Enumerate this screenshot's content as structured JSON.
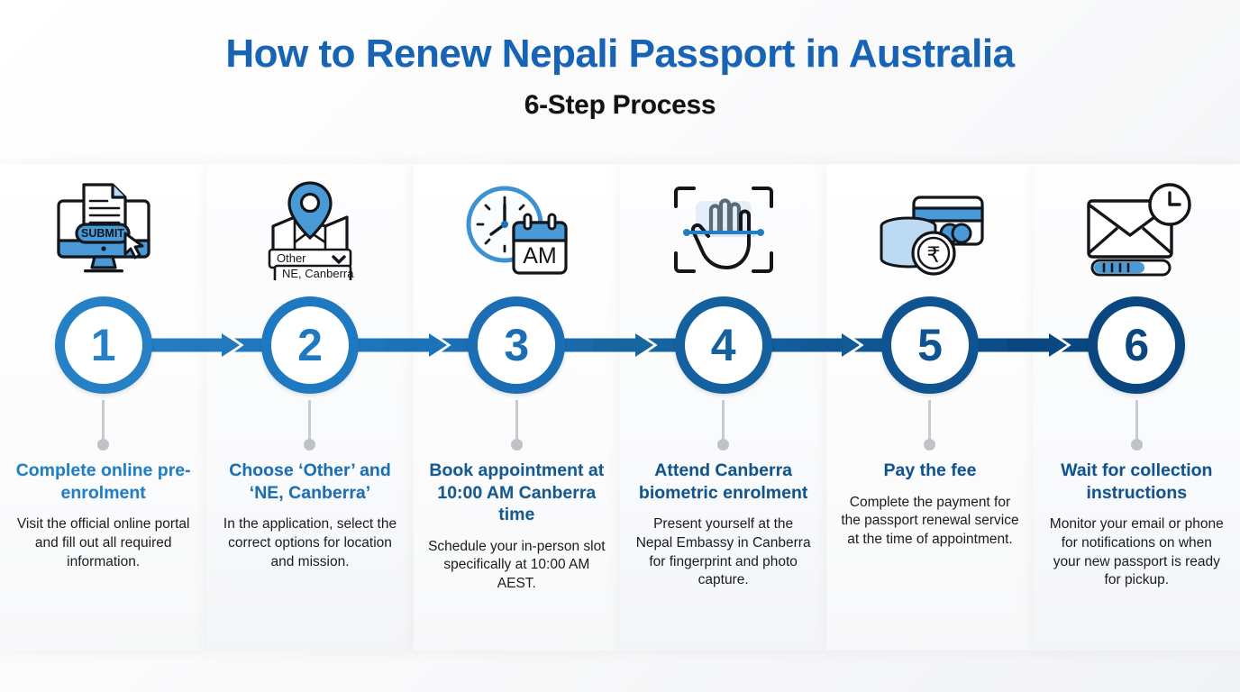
{
  "header": {
    "title": "How to Renew Nepali Passport in Australia",
    "subtitle": "6-Step Process",
    "title_color": "#1763b5"
  },
  "steps": [
    {
      "number": "1",
      "title": "Complete online pre-enrolment",
      "desc": "Visit the official online portal and fill out all required information.",
      "icon": "monitor-submit-icon",
      "color": "#2580c6",
      "icon_labels": {
        "button": "SUBMIT"
      }
    },
    {
      "number": "2",
      "title": "Choose ‘Other’ and ‘NE, Canberra’",
      "desc": "In the application, select the correct options for location and mission.",
      "icon": "map-pin-dropdown-icon",
      "color": "#1f79c0",
      "icon_labels": {
        "select_value": "Other",
        "option": "NE, Canberra"
      }
    },
    {
      "number": "3",
      "title": "Book appointment at 10:00 AM Canberra time",
      "desc": "Schedule your in-person slot specifically at 10:00 AM AEST.",
      "icon": "clock-calendar-icon",
      "color": "#1b6eb4",
      "icon_labels": {
        "calendar": "AM"
      }
    },
    {
      "number": "4",
      "title": "Attend Canberra biometric enrolment",
      "desc": "Present yourself at the Nepal Embassy in Canberra for fingerprint and photo capture.",
      "icon": "hand-biometric-scan-icon",
      "color": "#15619f",
      "icon_labels": {}
    },
    {
      "number": "5",
      "title": "Pay the fee",
      "desc": "Complete the payment for the passport renewal service at the time of appointment.",
      "icon": "coins-card-payment-icon",
      "color": "#0f5391",
      "icon_labels": {
        "currency": "₹"
      }
    },
    {
      "number": "6",
      "title": "Wait for collection instructions",
      "desc": "Monitor your email or phone for notifications on when your new passport is ready for pickup.",
      "icon": "envelope-clock-progress-icon",
      "color": "#0a4680",
      "icon_labels": {}
    }
  ]
}
